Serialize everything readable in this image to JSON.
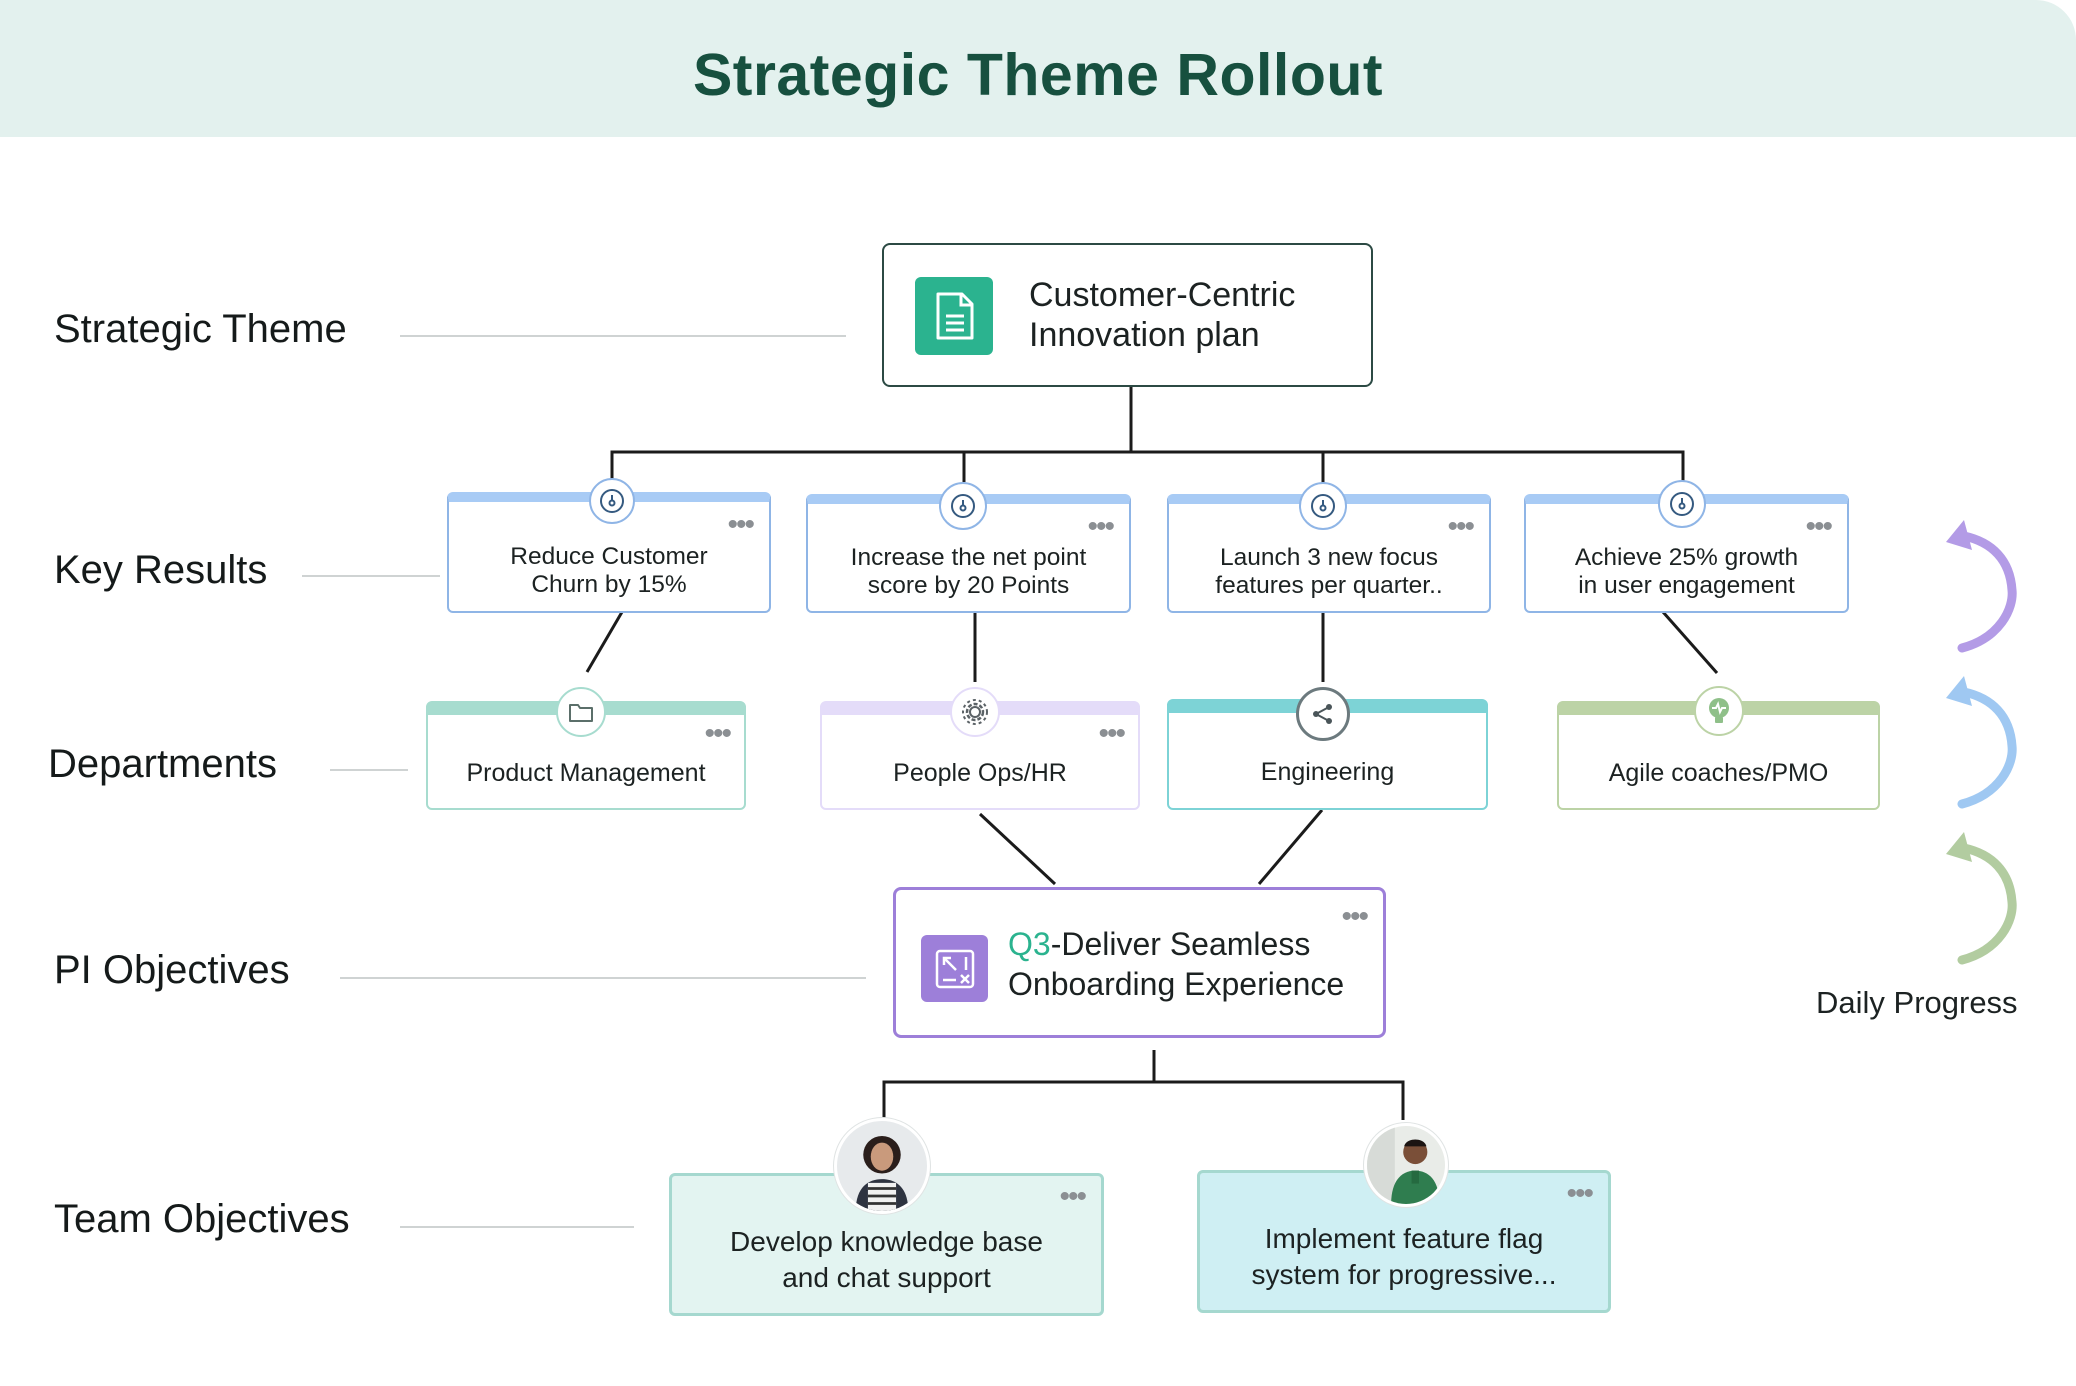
{
  "title": "Strategic Theme Rollout",
  "row_labels": {
    "strategic_theme": "Strategic Theme",
    "key_results": "Key Results",
    "departments": "Departments",
    "pi_objectives": "PI Objectives",
    "team_objectives": "Team Objectives"
  },
  "theme": {
    "line1": "Customer-Centric",
    "line2": "Innovation plan",
    "icon": "document-icon",
    "color": "#2bb38f"
  },
  "key_results": [
    {
      "line1": "Reduce Customer",
      "line2": "Churn by 15%",
      "icon": "gauge-icon"
    },
    {
      "line1": "Increase the net point",
      "line2": "score by 20 Points",
      "icon": "gauge-icon"
    },
    {
      "line1": "Launch 3 new focus",
      "line2": "features per quarter..",
      "icon": "gauge-icon"
    },
    {
      "line1": "Achieve 25% growth",
      "line2": "in user engagement",
      "icon": "gauge-icon"
    }
  ],
  "departments": [
    {
      "label": "Product Management",
      "icon": "folder-icon",
      "color": "#a7dccf"
    },
    {
      "label": "People Ops/HR",
      "icon": "gear-icon",
      "color": "#e4dcf9"
    },
    {
      "label": "Engineering",
      "icon": "share-icon",
      "color": "#7dd3d6"
    },
    {
      "label": "Agile coaches/PMO",
      "icon": "lightbulb-icon",
      "color": "#bcd3a6"
    }
  ],
  "pi_objective": {
    "prefix": "Q3",
    "line1": "-Deliver Seamless",
    "line2": "Onboarding Experience",
    "icon": "shuffle-icon",
    "color": "#9d7fd9"
  },
  "team_objectives": [
    {
      "line1": "Develop knowledge base",
      "line2": "and chat support",
      "avatar": "woman-avatar"
    },
    {
      "line1": "Implement feature flag",
      "line2": "system for progressive...",
      "avatar": "man-avatar"
    }
  ],
  "daily_progress": "Daily Progress",
  "colors": {
    "arrow1": "#b39be6",
    "arrow2": "#9fc8f2",
    "arrow3": "#b2cca0",
    "accent_q3": "#2bb38f"
  }
}
